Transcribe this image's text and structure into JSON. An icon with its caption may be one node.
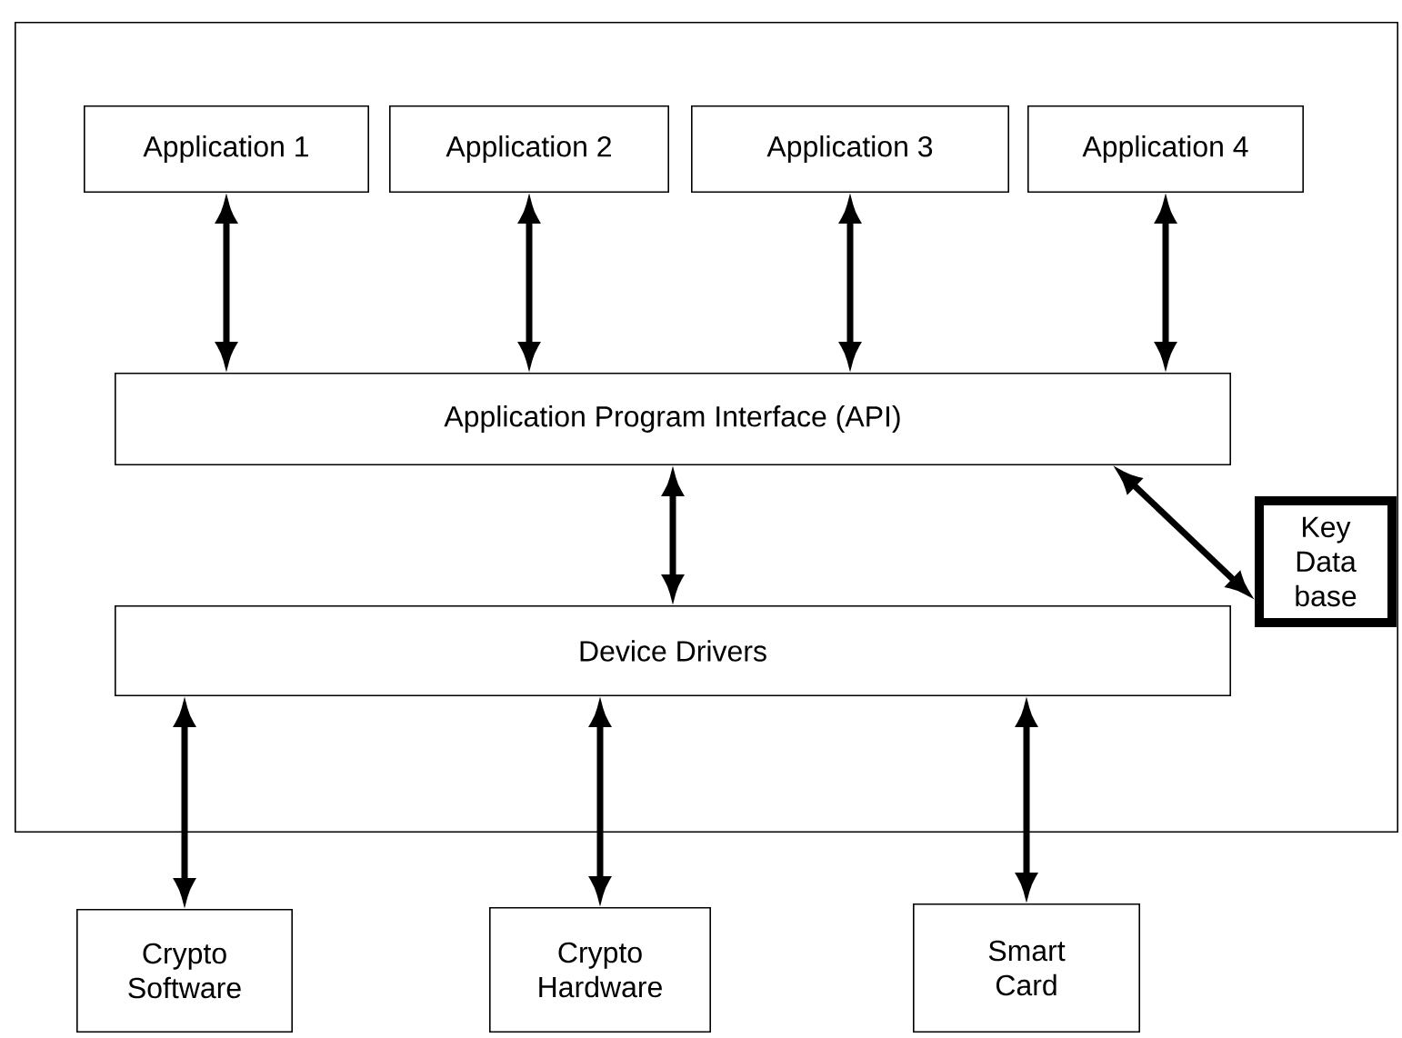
{
  "diagram": {
    "nodes": [
      {
        "text": [],
        "shape": "box"
      },
      {
        "text": [
          "Application 1"
        ],
        "in": 0
      },
      {
        "text": [
          "Application 2"
        ],
        "in": 0
      },
      {
        "text": [
          "Application 3"
        ],
        "in": 0
      },
      {
        "text": [
          "Application 4"
        ],
        "in": 0
      },
      {
        "text": [
          "Application Program Interface (API)"
        ],
        "in": 0
      },
      {
        "text": [
          "Key Data base"
        ],
        "in": 0
      },
      {
        "text": [
          "Device Drivers"
        ],
        "in": 0
      },
      {
        "text": [
          "Crypto Software"
        ]
      },
      {
        "text": [
          "Crypto Hardware"
        ]
      },
      {
        "text": [
          "Smart Card"
        ]
      }
    ],
    "edges": [
      {
        "from": 1,
        "to": 5,
        "arrow": "both"
      },
      {
        "from": 2,
        "to": 5,
        "arrow": "both"
      },
      {
        "from": 3,
        "to": 5,
        "arrow": "both"
      },
      {
        "from": 4,
        "to": 5,
        "arrow": "both"
      },
      {
        "from": 5,
        "to": 7,
        "arrow": "both"
      },
      {
        "from": 5,
        "to": 6,
        "arrow": "both"
      },
      {
        "from": 7,
        "to": 8,
        "arrow": "both"
      },
      {
        "from": 7,
        "to": 9,
        "arrow": "both"
      },
      {
        "from": 7,
        "to": 10,
        "arrow": "both"
      }
    ]
  }
}
